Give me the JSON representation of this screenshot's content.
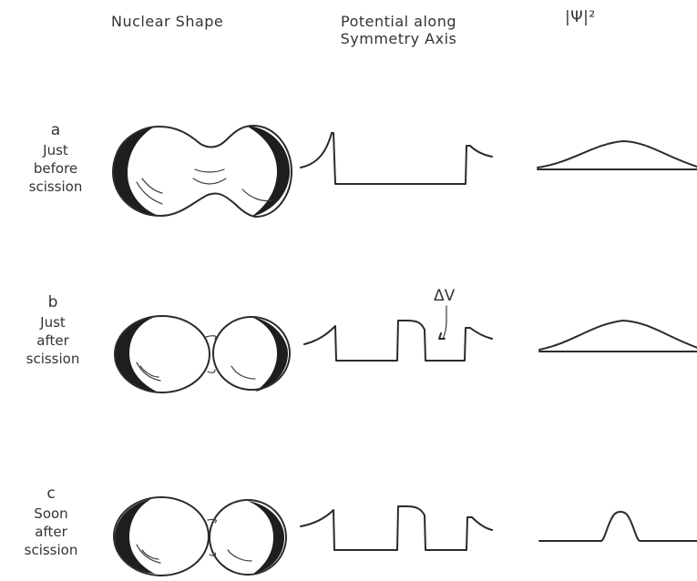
{
  "headers": {
    "nuclear_shape": "Nuclear  Shape",
    "potential_line1": "Potential along",
    "potential_line2": "Symmetry Axis",
    "psi": "|Ψ|²"
  },
  "rows": [
    {
      "letter": "a",
      "lines": [
        "Just",
        "before",
        "scission"
      ]
    },
    {
      "letter": "b",
      "lines": [
        "Just",
        "after",
        "scission"
      ]
    },
    {
      "letter": "c",
      "lines": [
        "Soon",
        "after",
        "scission"
      ]
    }
  ],
  "annotations": {
    "delta_v": "ΔV"
  }
}
